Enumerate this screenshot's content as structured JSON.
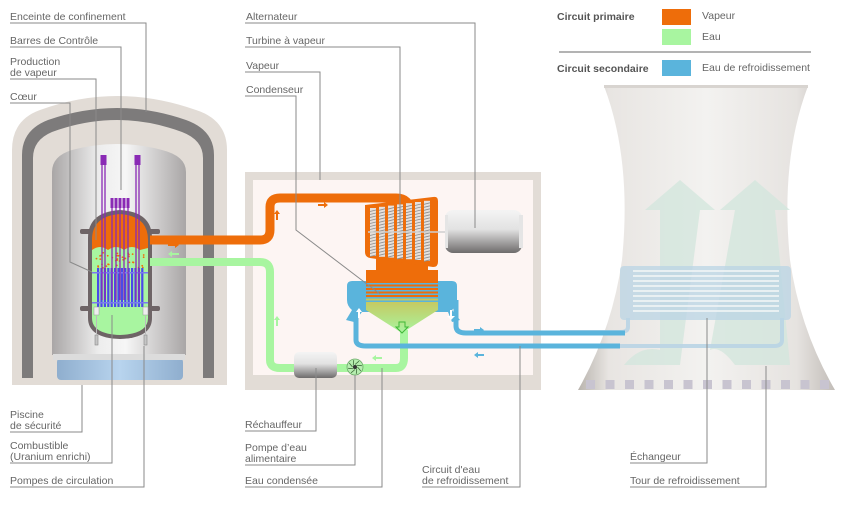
{
  "title": "Schéma de fonctionnement d'une centrale nucléaire (REP)",
  "legend": {
    "groups": [
      {
        "name": "Circuit primaire",
        "entries": [
          {
            "label": "Vapeur",
            "color": "#ee6d0a"
          },
          {
            "label": "Eau",
            "color": "#a8f5a0"
          }
        ]
      },
      {
        "name": "Circuit secondaire",
        "entries": [
          {
            "label": "Eau de refroidissement",
            "color": "#5ab4dc"
          }
        ]
      }
    ]
  },
  "labels": {
    "reactor_top": [
      {
        "text": "Enceinte de confinement"
      },
      {
        "text": "Barres de Contrôle"
      },
      {
        "text": "Production\nde vapeur",
        "line1": "Production",
        "line2": "de vapeur"
      },
      {
        "text": "Cœur"
      }
    ],
    "reactor_bottom": [
      {
        "text": "Piscine de sécurité",
        "line1": "Piscine",
        "line2": "de sécurité"
      },
      {
        "text": "Combustible (Uranium enrichi)",
        "line1": "Combustible",
        "line2": "(Uranium enrichi)"
      },
      {
        "text": "Pompes de circulation"
      }
    ],
    "turbine_top": [
      {
        "text": "Alternateur"
      },
      {
        "text": "Turbine à vapeur"
      },
      {
        "text": "Vapeur"
      },
      {
        "text": "Condenseur"
      }
    ],
    "turbine_bottom": [
      {
        "text": "Réchauffeur"
      },
      {
        "text": "Pompe d’eau alimentaire",
        "line1": "Pompe d’eau",
        "line2": "alimentaire"
      },
      {
        "text": "Eau condensée"
      },
      {
        "text": "Circuit d'eau de refroidissement",
        "line1": "Circuit d'eau",
        "line2": "de refroidissement"
      }
    ],
    "tower_bottom": [
      {
        "text": "Échangeur"
      },
      {
        "text": "Tour de refroidissement"
      }
    ]
  },
  "colors": {
    "steam": "#ee6d0a",
    "water": "#a8f5a0",
    "cooling": "#5ab4dc",
    "control_rods": "#8a2ab5",
    "fuel": "#4a4ae8",
    "containment": "#e2dcd6",
    "containment_dark": "#7d7b7b",
    "leader_line": "#8a8a8a",
    "text": "#666666"
  }
}
